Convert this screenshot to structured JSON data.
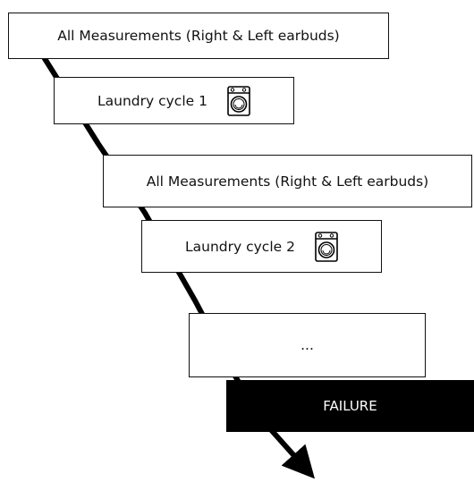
{
  "steps": [
    {
      "id": "m1",
      "label": "All Measurements (Right & Left earbuds)",
      "icon": null
    },
    {
      "id": "l1",
      "label": "Laundry cycle 1",
      "icon": "washing-machine-icon"
    },
    {
      "id": "m2",
      "label": "All Measurements (Right & Left earbuds)",
      "icon": null
    },
    {
      "id": "l2",
      "label": "Laundry cycle 2",
      "icon": "washing-machine-icon"
    },
    {
      "id": "dots",
      "label": "...",
      "icon": null
    },
    {
      "id": "fail",
      "label": "FAILURE",
      "icon": null
    }
  ],
  "colors": {
    "line": "#000000",
    "failure_bg": "#000000",
    "failure_text": "#ffffff"
  }
}
